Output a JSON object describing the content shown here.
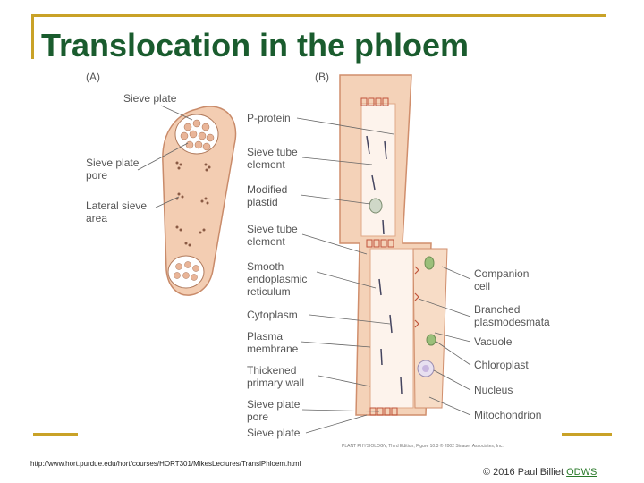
{
  "slide": {
    "title": "Translocation in the phloem",
    "url": "http://www.hort.purdue.edu/hort/courses/HORT301/MikesLectures/TranslPhloem.html",
    "copyright_text": "© 2016 Paul Billiet ",
    "copyright_link": "ODWS"
  },
  "figure": {
    "panel_a": "(A)",
    "panel_b": "(B)",
    "left_labels": {
      "sieve_plate": "Sieve plate",
      "sieve_plate_pore_1": "Sieve plate",
      "sieve_plate_pore_2": "pore",
      "lateral_sieve_1": "Lateral sieve",
      "lateral_sieve_2": "area"
    },
    "middle_labels": [
      [
        "P-protein"
      ],
      [
        "Sieve tube",
        "element"
      ],
      [
        "Modified",
        "plastid"
      ],
      [
        "Sieve tube",
        "element"
      ],
      [
        "Smooth",
        "endoplasmic",
        "reticulum"
      ],
      [
        "Cytoplasm"
      ],
      [
        "Plasma",
        "membrane"
      ],
      [
        "Thickened",
        "primary wall"
      ],
      [
        "Sieve plate",
        "pore"
      ],
      [
        "Sieve plate"
      ]
    ],
    "right_labels": [
      [
        "Companion",
        "cell"
      ],
      [
        "Branched",
        "plasmodesmata"
      ],
      [
        "Vacuole"
      ],
      [
        "Chloroplast"
      ],
      [
        "Nucleus"
      ],
      [
        "Mitochondrion"
      ]
    ],
    "credit": "PLANT PHYSIOLOGY, Third Edition, Figure 10.3 © 2002 Sinauer Associates, Inc.",
    "colors": {
      "wall": "#f2c7a8",
      "wall_dark": "#d99a7a",
      "label": "#555555",
      "line": "#666666"
    }
  }
}
